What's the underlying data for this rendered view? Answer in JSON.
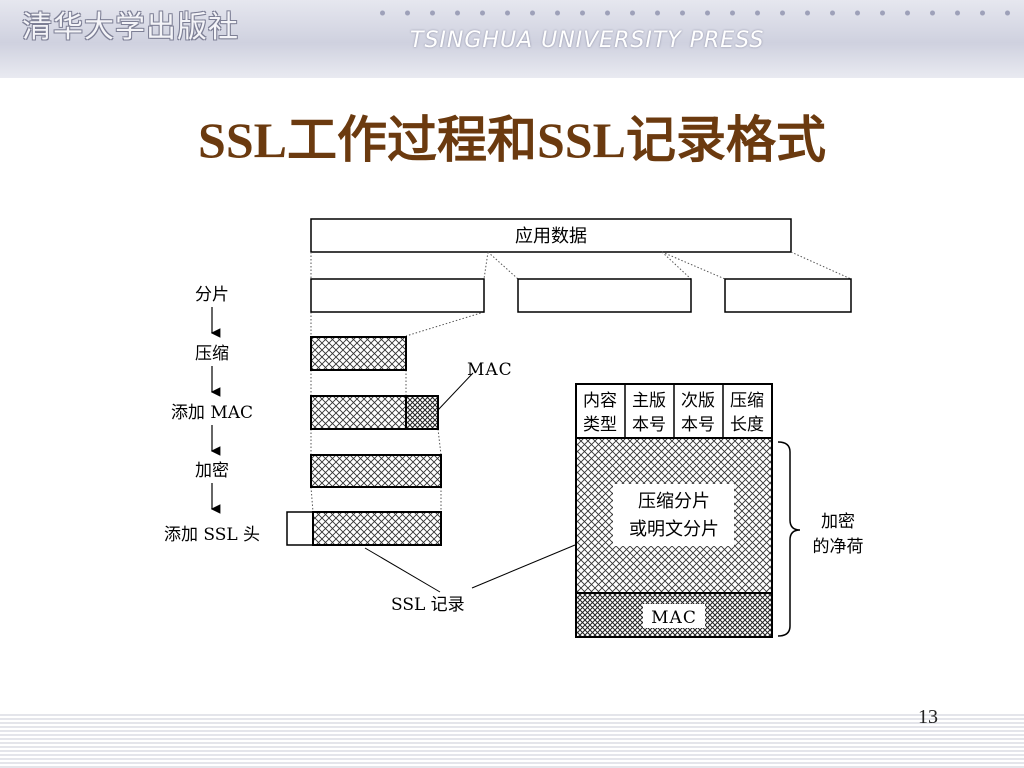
{
  "header": {
    "logo_text": "清华大学出版社",
    "press_text": "TSINGHUA UNIVERSITY PRESS"
  },
  "title": "SSL工作过程和SSL记录格式",
  "diagram": {
    "app_data": "应用数据",
    "steps": [
      "分片",
      "压缩",
      "添加 MAC",
      "加密",
      "添加 SSL 头"
    ],
    "mac_label": "MAC",
    "ssl_record_label": "SSL 记录",
    "header_fields": [
      [
        "内容",
        "类型"
      ],
      [
        "主版",
        "本号"
      ],
      [
        "次版",
        "本号"
      ],
      [
        "压缩",
        "长度"
      ]
    ],
    "payload_text": [
      "压缩分片",
      "或明文分片"
    ],
    "payload_mac": "MAC",
    "brace_label": [
      "加密",
      "的净荷"
    ]
  },
  "page_number": "13"
}
